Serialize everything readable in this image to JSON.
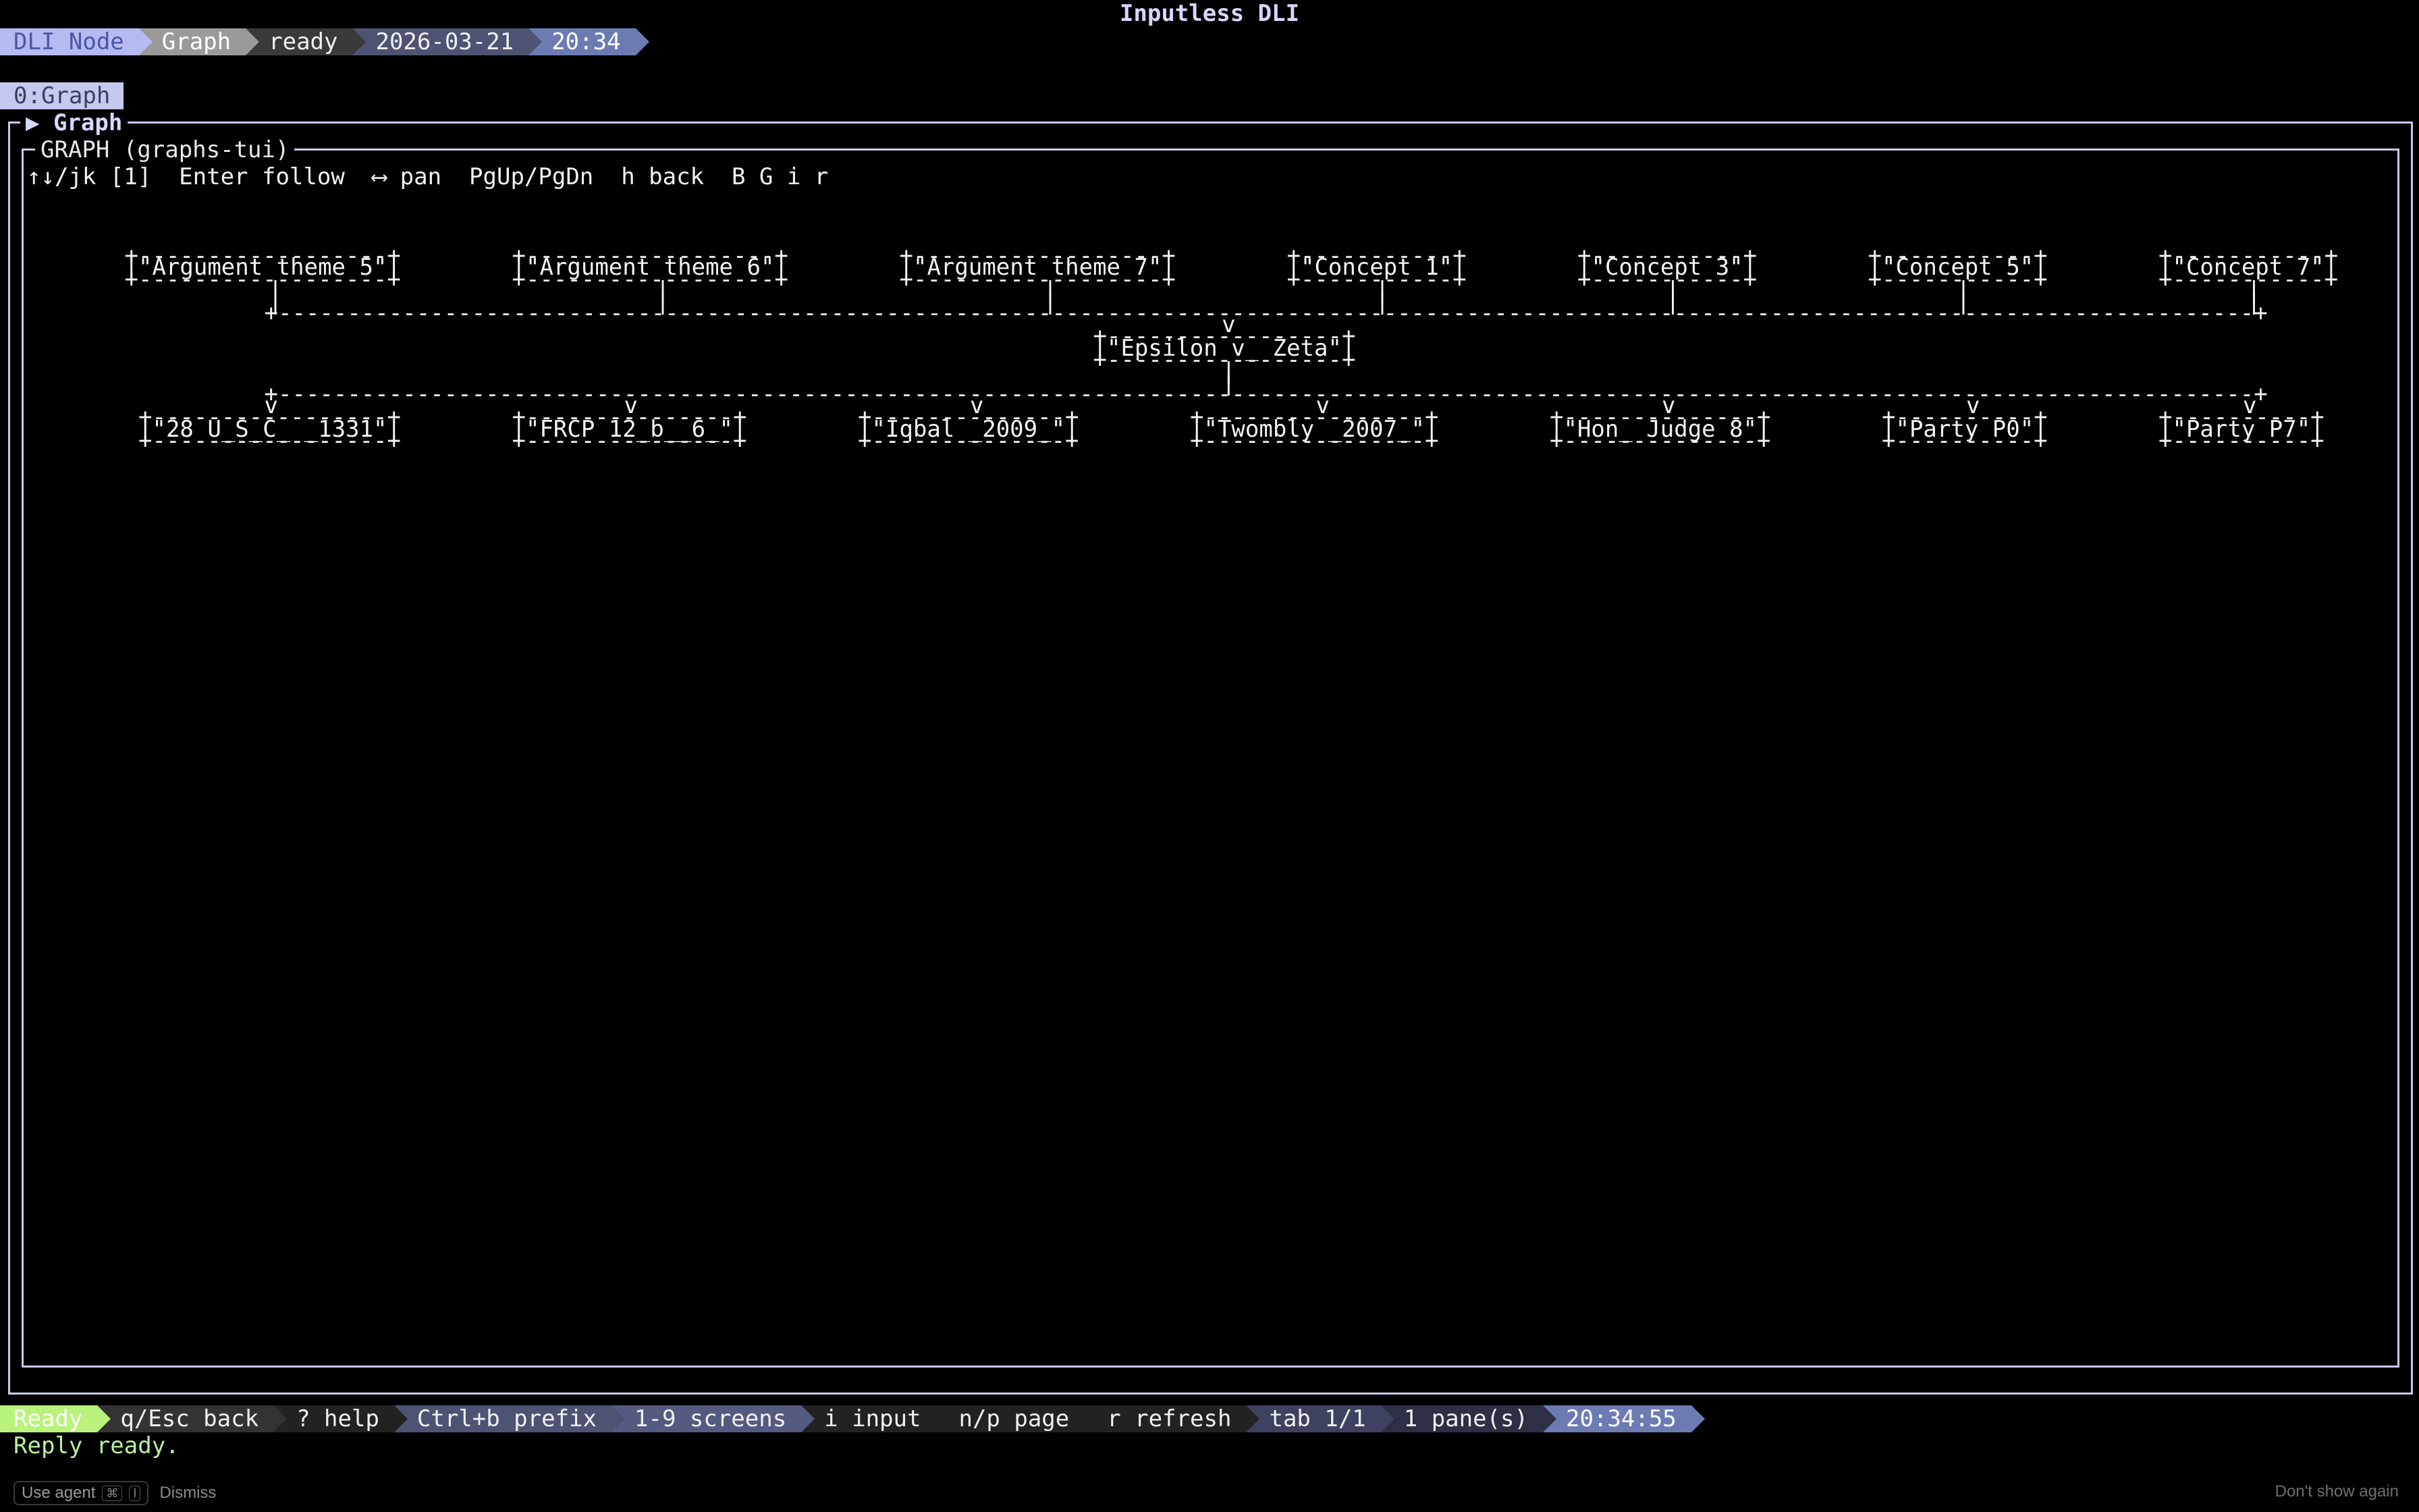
{
  "app_title": "Inputless DLI",
  "top_bar": [
    {
      "label": "DLI Node",
      "bg": "#b5bbf0",
      "fg": "#4c56a8"
    },
    {
      "label": "Graph",
      "bg": "#9a9a9a",
      "fg": "#ffffff"
    },
    {
      "label": "ready",
      "bg": "#3a3a3a",
      "fg": "#f0f0f0"
    },
    {
      "label": "2026-03-21",
      "bg": "#4e5373",
      "fg": "#f0f0f0"
    },
    {
      "label": "20:34",
      "bg": "#6d7bb3",
      "fg": "#ffffff"
    }
  ],
  "window_tab": "0:Graph",
  "outer_legend": "▶ Graph",
  "inner_legend": "GRAPH (graphs-tui)",
  "key_hints": "↑↓/jk [1]  Enter follow  ⟷ pan  PgUp/PgDn  h back  B G i r",
  "graph": {
    "top_nodes": [
      {
        "label": "|\"Argument theme 5\"|"
      },
      {
        "label": "|\"Argument theme 6\"|"
      },
      {
        "label": "|\"Argument theme 7\"|"
      },
      {
        "label": "|\"Concept 1\"|"
      },
      {
        "label": "|\"Concept 3\"|"
      },
      {
        "label": "|\"Concept 5\"|"
      },
      {
        "label": "|\"Concept 7\"|"
      }
    ],
    "center_node": {
      "label": "|\"Epsilon v_ Zeta\"|"
    },
    "bottom_nodes": [
      {
        "label": "|\"28 U_S_C_ _1331\"|"
      },
      {
        "label": "|\"FRCP 12_b__6_\"|"
      },
      {
        "label": "|\"Iqbal _2009_\"|"
      },
      {
        "label": "|\"Twombly _2007_\"|"
      },
      {
        "label": "|\"Hon_ Judge 8\"|"
      },
      {
        "label": "|\"Party P0\"|"
      },
      {
        "label": "|\"Party P7\"|"
      }
    ]
  },
  "bottom_bar": [
    {
      "label": "Ready",
      "bg": "#b9f27c",
      "fg": "#ffffff"
    },
    {
      "label": "q/Esc back",
      "bg": "#333333",
      "fg": "#f0f0f0"
    },
    {
      "label": "? help",
      "bg": "#222222",
      "fg": "#f0f0f0"
    },
    {
      "label": "Ctrl+b prefix",
      "bg": "#4e5373",
      "fg": "#f0f0f0"
    },
    {
      "label": "1-9 screens",
      "bg": "#555a80",
      "fg": "#f0f0f0"
    },
    {
      "label": "i input",
      "bg": "#222222",
      "fg": "#f0f0f0"
    },
    {
      "label": "n/p page",
      "bg": "#222222",
      "fg": "#f0f0f0"
    },
    {
      "label": "r refresh",
      "bg": "#222222",
      "fg": "#f0f0f0"
    },
    {
      "label": "tab 1/1",
      "bg": "#3e4260",
      "fg": "#f0f0f0"
    },
    {
      "label": "1 pane(s)",
      "bg": "#2c2f45",
      "fg": "#f0f0f0"
    },
    {
      "label": "20:34:55",
      "bg": "#6d7bb3",
      "fg": "#ffffff"
    }
  ],
  "reply": "Reply ready.",
  "footer": {
    "use_agent": "Use agent",
    "shortcut_keys": [
      "⌘",
      "I"
    ],
    "dismiss": "Dismiss",
    "dont_show": "Don't show again"
  }
}
